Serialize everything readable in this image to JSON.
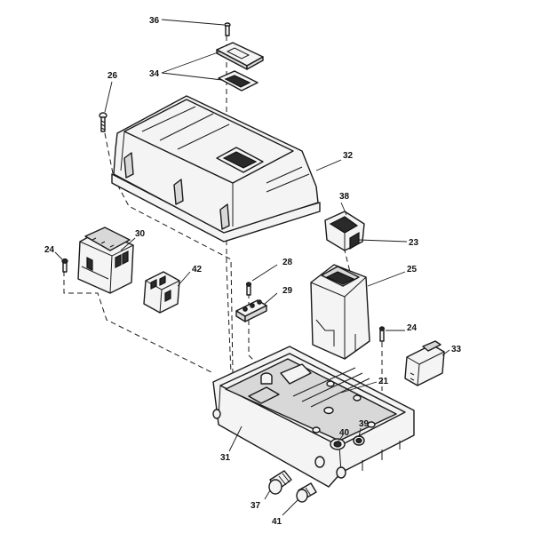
{
  "callouts": {
    "c36": "36",
    "c34": "34",
    "c26": "26",
    "c32": "32",
    "c38": "38",
    "c23": "23",
    "c30": "30",
    "c24a": "24",
    "c42": "42",
    "c28": "28",
    "c29": "29",
    "c25": "25",
    "c24b": "24",
    "c33": "33",
    "c21": "21",
    "c40": "40",
    "c39": "39",
    "c31": "31",
    "c37": "37",
    "c41": "41"
  }
}
